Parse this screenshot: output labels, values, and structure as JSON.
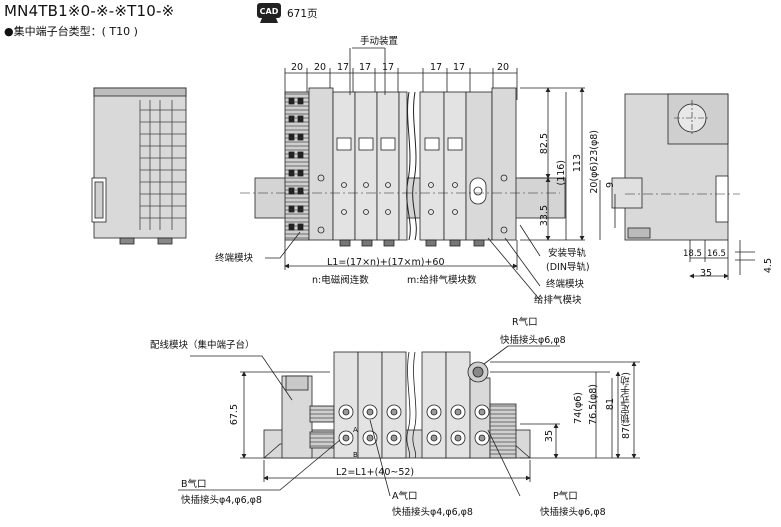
{
  "title": "MN4TB1※0-※-※T10-※",
  "cad": {
    "label": "CAD",
    "page": "671页"
  },
  "subtitle": "●集中端子台类型：( T10 )",
  "top_view": {
    "dims_top": [
      "20",
      "20",
      "17",
      "17",
      "17",
      "17",
      "17",
      "20"
    ],
    "manual_device": "手动装置",
    "terminal_module": "终端模块",
    "l1_formula": "L1=(17×n)+(17×m)+60",
    "n_note": "n:电磁阀连数",
    "m_note": "m:给排气模块数",
    "rail_label": "安装导轨",
    "din_label": "(DIN导轨)",
    "end_module": "终端模块",
    "supply_module": "给排气模块",
    "h_82_5": "82.5",
    "h_116": "(116)",
    "h_113": "113",
    "h_33_5": "33.5"
  },
  "side_view": {
    "phi_label": "20(φ6)23(φ8)",
    "d9": "9",
    "d18_5": "18.5",
    "d16_5": "16.5",
    "d35": "35",
    "d4_5": "4.5"
  },
  "front_view": {
    "wiring_module": "配线模块（集中端子台）",
    "r_port": "R气口",
    "r_fitting": "快插接头φ6,φ8",
    "h_67_5": "67.5",
    "h_35": "35",
    "h_74": "74(φ6)",
    "h_76_5": "76.5(φ8)",
    "h_81": "81",
    "h_87": "87(锁定式手动)",
    "l2_formula": "L2=L1+(40~52)",
    "b_port": "B气口",
    "b_fitting": "快插接头φ4,φ6,φ8",
    "a_port": "A气口",
    "a_fitting": "快插接头φ4,φ6,φ8",
    "p_port": "P气口",
    "p_fitting": "快插接头φ6,φ8",
    "port_a": "A",
    "port_b": "B"
  },
  "colors": {
    "body": "#d9d9d9",
    "body_dark": "#bdbdbd",
    "line": "#222222"
  }
}
